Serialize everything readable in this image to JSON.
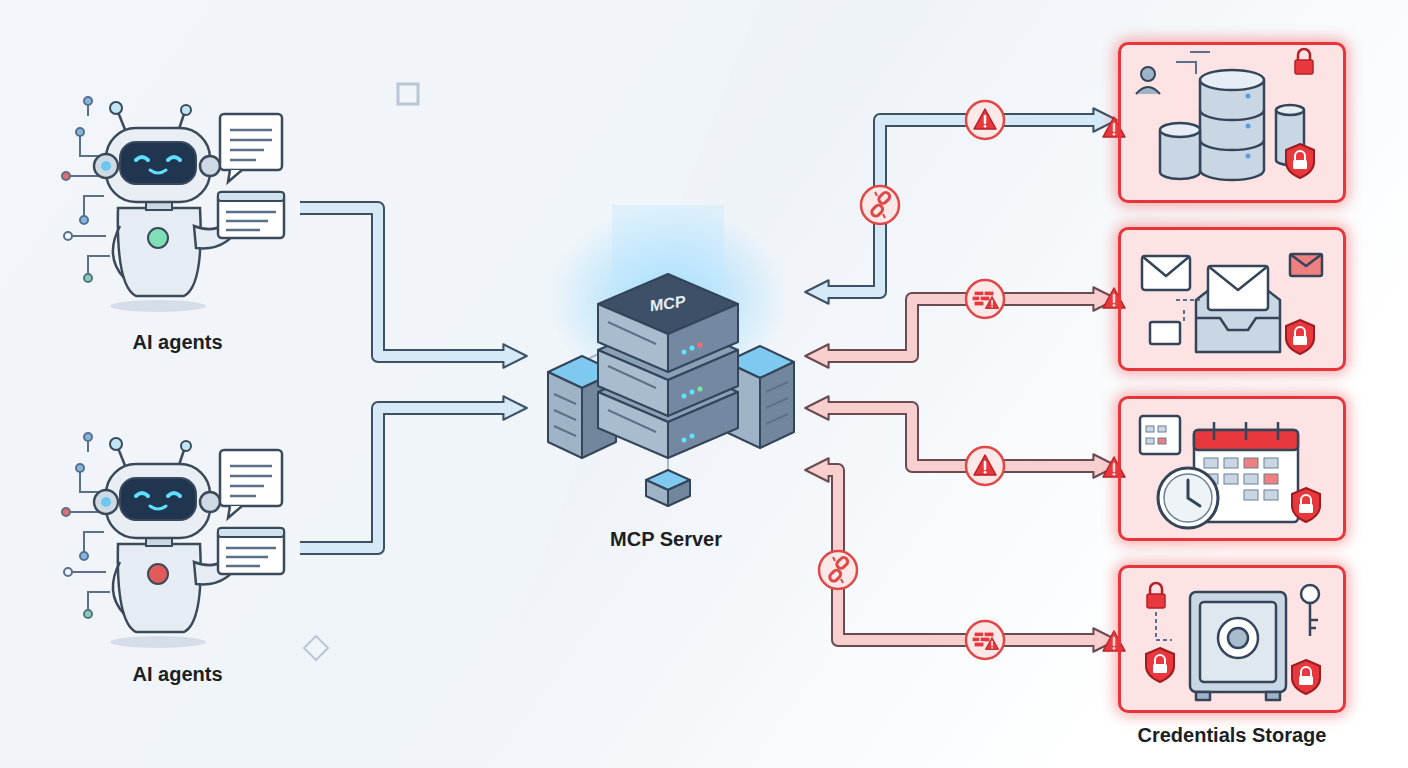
{
  "diagram": {
    "nodes": [
      {
        "text": [
          "AI agents"
        ]
      },
      {
        "text": [
          "AI agents"
        ]
      },
      {
        "text": [
          "MCP Server"
        ]
      },
      {
        "text": []
      },
      {
        "text": []
      },
      {
        "text": []
      },
      {
        "text": [
          "Credentials Storage"
        ]
      }
    ],
    "edges": [
      {
        "from": 0,
        "to": 2,
        "arrow": "to"
      },
      {
        "from": 1,
        "to": 2,
        "arrow": "to"
      },
      {
        "from": 2,
        "to": 3,
        "arrow": "both"
      },
      {
        "from": 2,
        "to": 4,
        "arrow": "both"
      },
      {
        "from": 2,
        "to": 5,
        "arrow": "both"
      },
      {
        "from": 2,
        "to": 6,
        "arrow": "both"
      }
    ],
    "labels": [
      "MCP"
    ]
  }
}
